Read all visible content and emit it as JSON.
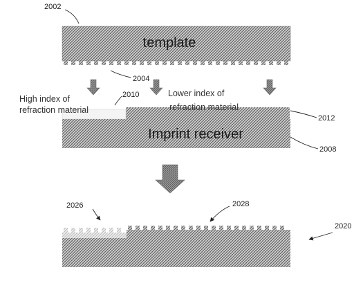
{
  "figure": {
    "template_label": "template",
    "receiver_label": "Imprint receiver",
    "high_index_label": [
      "High index of",
      "refraction material"
    ],
    "lower_index_label": [
      "Lower index of",
      "refraction material"
    ],
    "refs": {
      "r2002": "2002",
      "r2004": "2004",
      "r2010": "2010",
      "r2012": "2012",
      "r2008": "2008",
      "r2026": "2026",
      "r2028": "2028",
      "r2020": "2020"
    }
  },
  "colors": {
    "hatch_dark": "#6e6e6e",
    "hatch_light": "#c4c4c4",
    "arrow": "#7a7a7a",
    "line": "#222222"
  }
}
